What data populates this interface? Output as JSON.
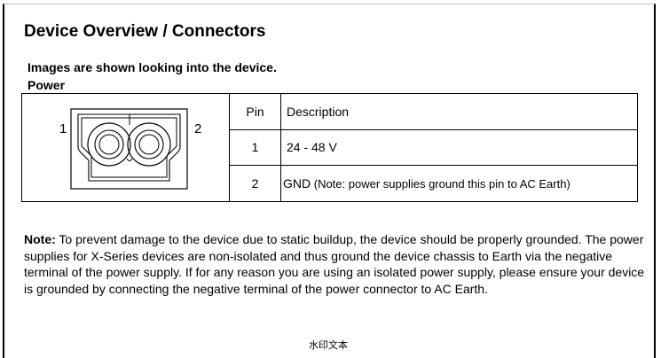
{
  "title": "Device Overview / Connectors",
  "subheading": "Images are shown looking into the device.",
  "section": "Power",
  "connector": {
    "left_label": "1",
    "right_label": "2",
    "icon": "two-pin-terminal-block-icon"
  },
  "table": {
    "headers": {
      "pin": "Pin",
      "description": "Description"
    },
    "rows": [
      {
        "pin": "1",
        "desc_main": "24 - 48 V",
        "desc_note": ""
      },
      {
        "pin": "2",
        "desc_main": "GND",
        "desc_note": " (Note: power supplies ground this pin to AC Earth)"
      }
    ]
  },
  "note": {
    "label": "Note:",
    "text": " To prevent damage to the device due to static buildup, the device should be properly grounded. The power supplies for X-Series devices are non-isolated and thus ground the device chassis to Earth via the negative terminal of the power supply. If for any reason you are using an isolated power supply, please ensure your device is grounded by connecting the negative terminal of the power connector to AC Earth."
  },
  "watermark": "水印文本"
}
